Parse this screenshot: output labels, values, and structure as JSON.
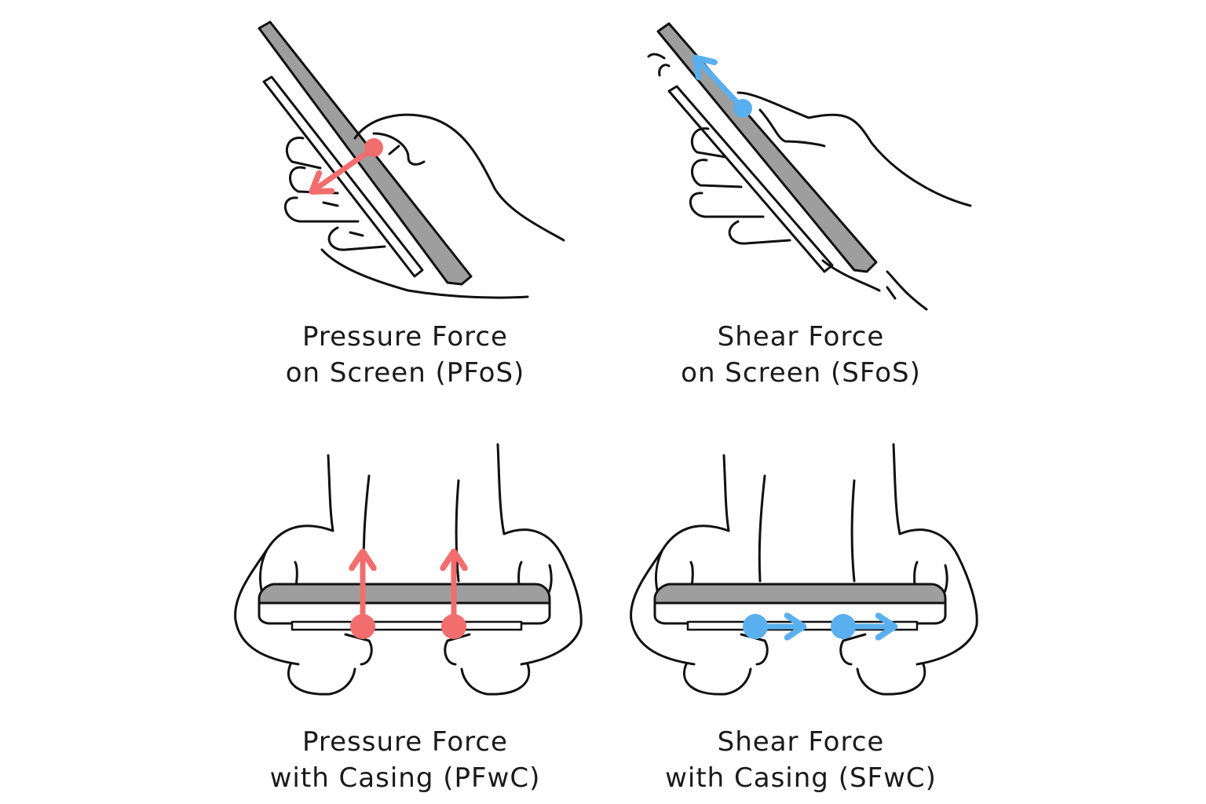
{
  "colors": {
    "pressure": "#f26d6d",
    "shear": "#5ab0ee",
    "device": "#9e9e9e",
    "line": "#111111"
  },
  "panels": [
    {
      "id": "pfos",
      "caption_line1": "Pressure Force",
      "caption_line2": "on Screen (PFoS)",
      "force": "pressure"
    },
    {
      "id": "sfos",
      "caption_line1": "Shear Force",
      "caption_line2": "on Screen (SFoS)",
      "force": "shear"
    },
    {
      "id": "pfwc",
      "caption_line1": "Pressure Force",
      "caption_line2": "with Casing (PFwC)",
      "force": "pressure"
    },
    {
      "id": "sfwc",
      "caption_line1": "Shear Force",
      "caption_line2": "with Casing (SFwC)",
      "force": "shear"
    }
  ]
}
